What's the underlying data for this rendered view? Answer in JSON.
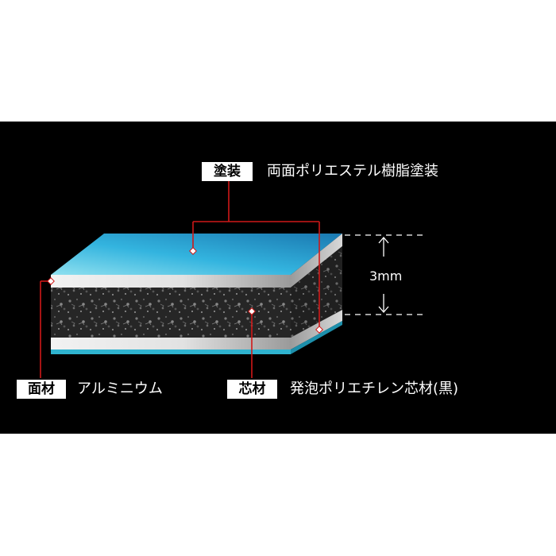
{
  "coating": {
    "tag": "塗装",
    "description": "両面ポリエステル樹脂塗装"
  },
  "face_material": {
    "tag": "面材",
    "description": "アルミニウム"
  },
  "core_material": {
    "tag": "芯材",
    "description": "発泡ポリエチレン芯材(黒)"
  },
  "thickness": {
    "label": "3mm"
  },
  "colors": {
    "background": "#000000",
    "coating_top": "#29a8d6",
    "aluminum": "#e6e6e6",
    "core": "#2b2b2b",
    "leader": "#d01818"
  }
}
